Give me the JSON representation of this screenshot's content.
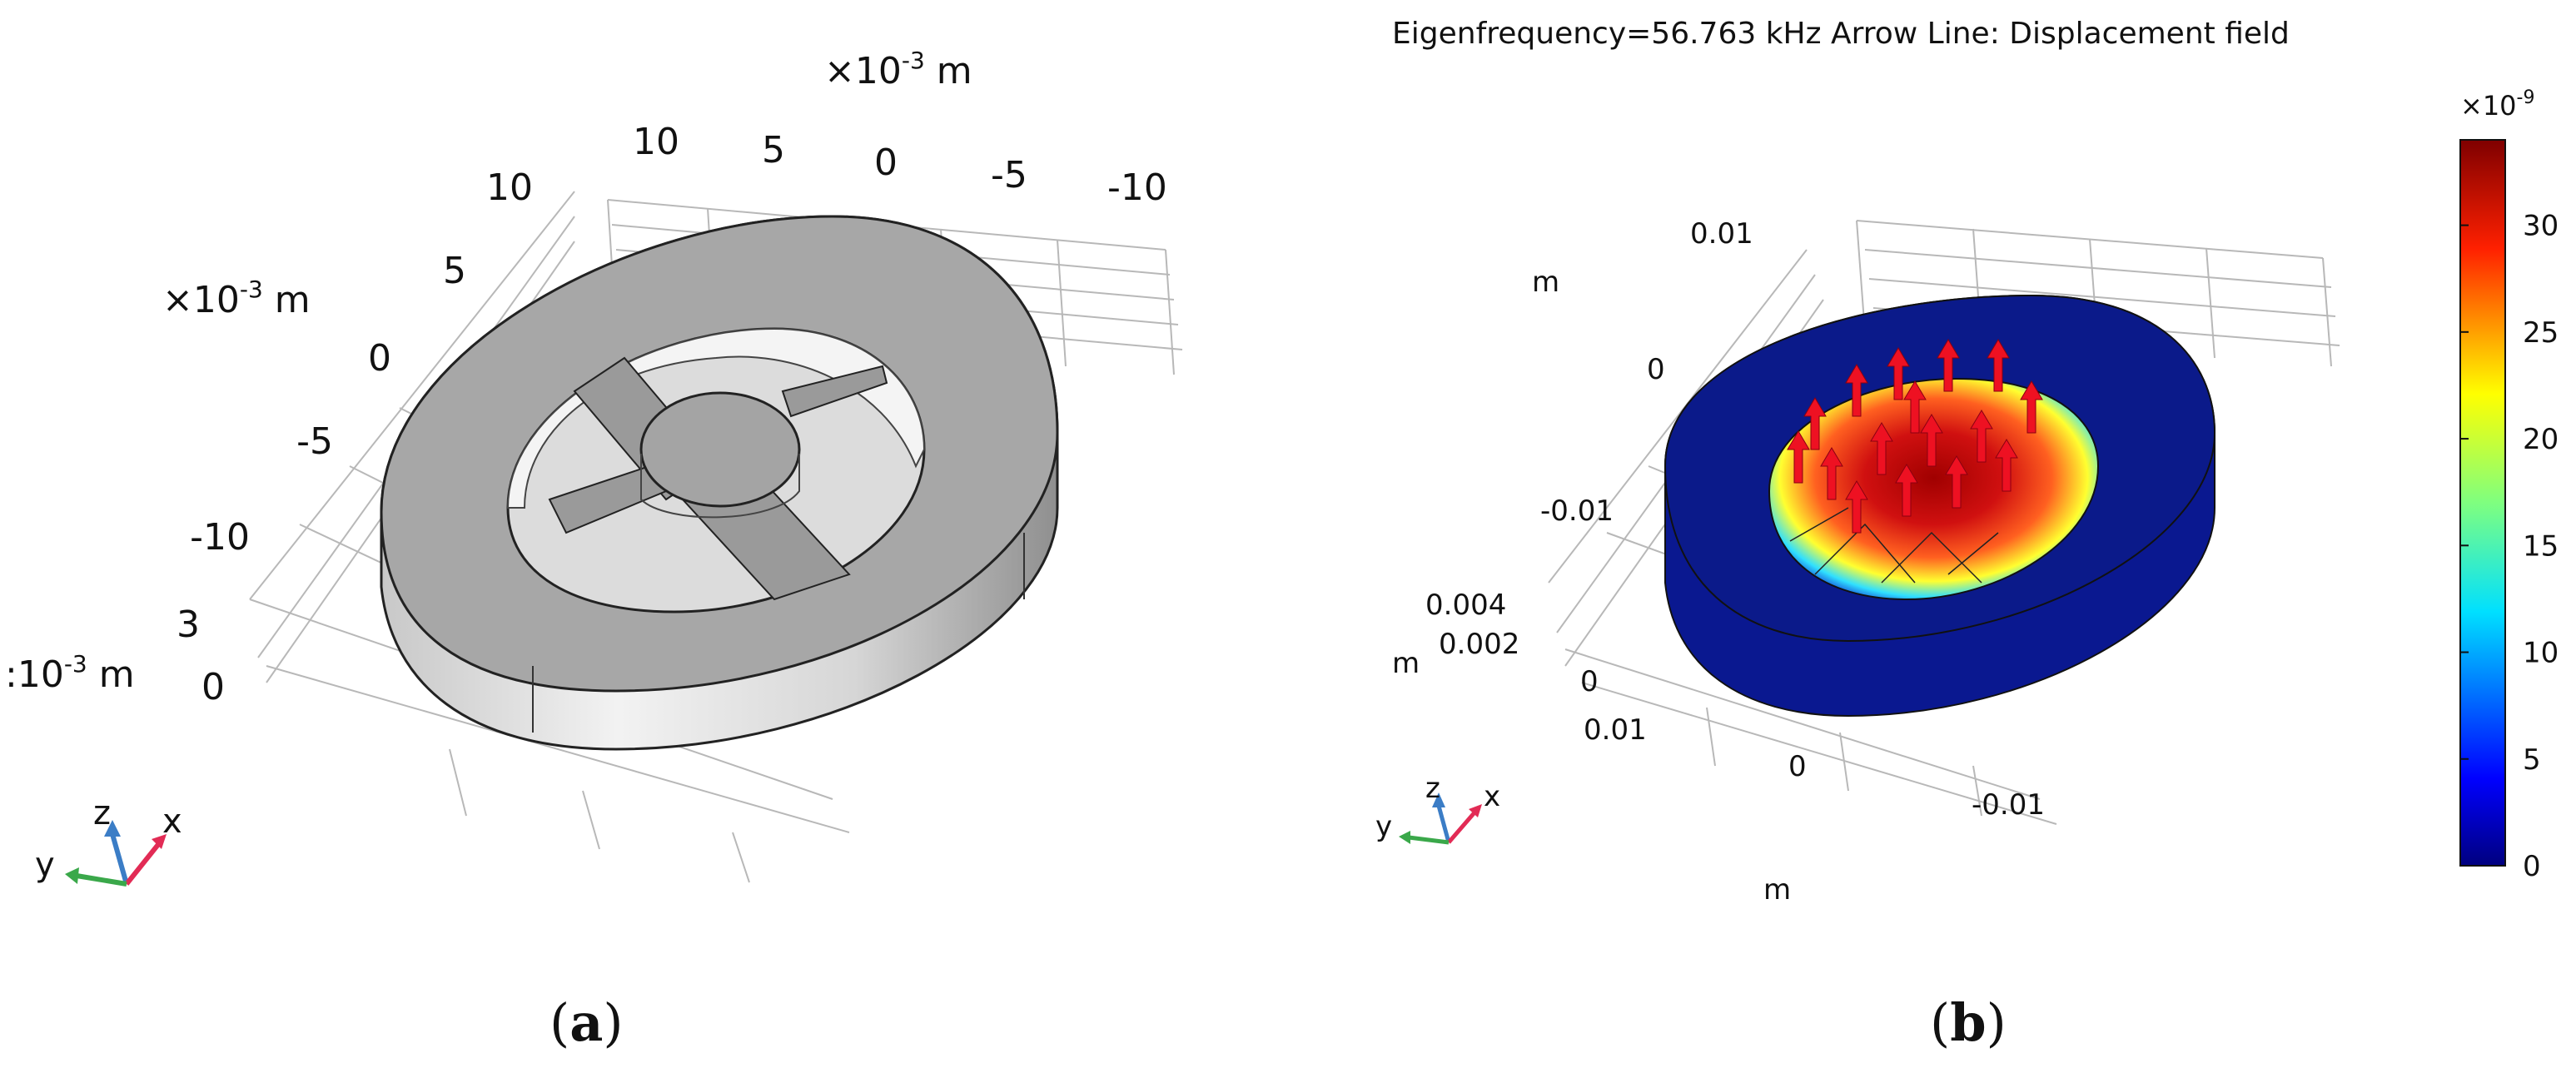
{
  "panel_a": {
    "caption_open": "(",
    "caption_letter": "a",
    "caption_close": ")",
    "axis_top_scale": "×10",
    "axis_top_exp": "-3",
    "axis_top_unit": " m",
    "axis_top_ticks": [
      "10",
      "5",
      "0",
      "-5",
      "-10"
    ],
    "axis_left_scale": "×10",
    "axis_left_exp": "-3",
    "axis_left_unit": " m",
    "axis_left_ticks": [
      "10",
      "5",
      "0",
      "-5",
      "-10"
    ],
    "axis_z_scale": ":10",
    "axis_z_exp": "-3",
    "axis_z_unit": " m",
    "axis_z_ticks": [
      "3",
      "0"
    ],
    "triad": {
      "z": "z",
      "x": "x",
      "y": "y"
    }
  },
  "panel_b": {
    "caption_open": "(",
    "caption_letter": "b",
    "caption_close": ")",
    "title": "Eigenfrequency=56.763 kHz   Arrow Line: Displacement field",
    "colorbar_scale": "×10",
    "colorbar_exp": "-9",
    "colorbar_ticks": [
      "30",
      "25",
      "20",
      "15",
      "10",
      "5",
      "0"
    ],
    "colorbar_tick_values": [
      30,
      25,
      20,
      15,
      10,
      5,
      0
    ],
    "colorbar_max": 34,
    "axis_unit": "m",
    "axis_left_ticks": [
      "0.01",
      "0",
      "-0.01"
    ],
    "axis_z_ticks": [
      "0.004",
      "0.002",
      "0"
    ],
    "axis_bottom_ticks": [
      "0.01",
      "0",
      "-0.01"
    ],
    "triad": {
      "z": "z",
      "x": "x",
      "y": "y"
    }
  }
}
